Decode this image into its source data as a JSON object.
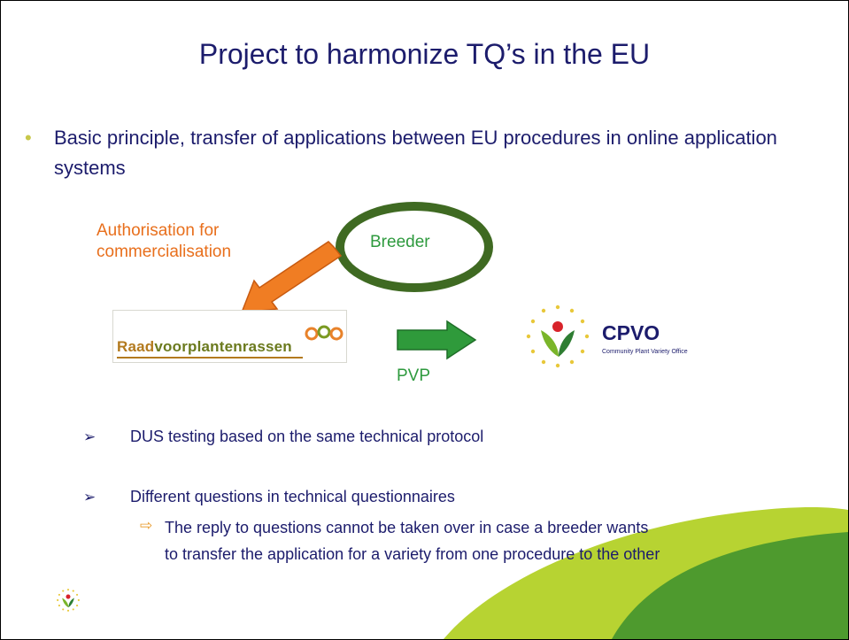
{
  "slide": {
    "title": "Project to harmonize TQ’s in the EU",
    "bullet_symbol": "•",
    "main_bullet": "Basic principle, transfer of applications between EU procedures in online application systems",
    "diagram": {
      "authorisation_label_line1": "Authorisation for",
      "authorisation_label_line2": "commercialisation",
      "breeder_label": "Breeder",
      "pvp_label": "PVP",
      "rvp_logo": {
        "part1": "Raad",
        "part2": "voor",
        "part3": "plantenrassen"
      },
      "cpvo_logo": {
        "name": "CPVO",
        "subtitle": "Community Plant Variety Office"
      }
    },
    "sub_bullets": [
      {
        "symbol": "➢",
        "text": "DUS testing based on the same technical protocol"
      },
      {
        "symbol": "➢",
        "text": "Different questions in technical questionnaires"
      }
    ],
    "sub_sub_bullet": {
      "symbol": "⇨",
      "text": "The reply to questions cannot be taken over in case a breeder wants to transfer the application for a variety from one procedure to the other"
    },
    "colors": {
      "text_navy": "#1c1c6c",
      "orange": "#e86f1c",
      "green_label": "#2e9a3e",
      "dark_green": "#3f6a22",
      "swoosh_light": "#b7d332",
      "swoosh_dark": "#4e9a2e"
    },
    "icons": {
      "bottom_left": "cpvo-emblem-icon",
      "swoosh": "green-swoosh-decoration"
    }
  }
}
